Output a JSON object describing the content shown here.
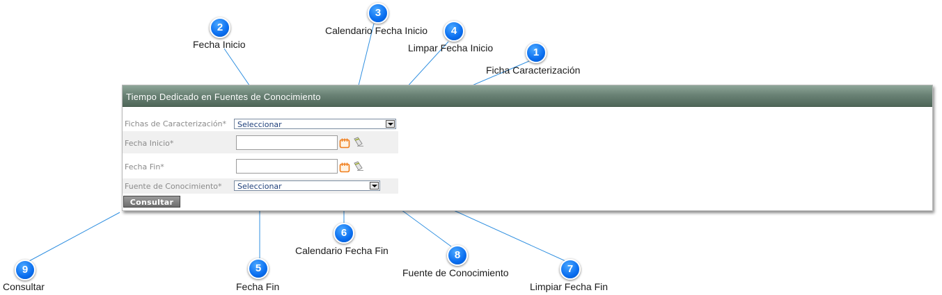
{
  "panel": {
    "title": "Tiempo Dedicado en Fuentes de Conocimiento",
    "fields": {
      "ficha_label": "Fichas de Caracterización*",
      "ficha_value": "Seleccionar",
      "fecha_inicio_label": "Fecha Inicio*",
      "fecha_inicio_value": "",
      "fecha_fin_label": "Fecha Fin*",
      "fecha_fin_value": "",
      "fuente_label": "Fuente de Conocimiento*",
      "fuente_value": "Seleccionar"
    },
    "consultar_label": "Consultar"
  },
  "icons": {
    "calendar": "calendar-icon",
    "clear": "eraser-icon"
  },
  "colors": {
    "header": "#5f776a",
    "badge": "#0a6ef0",
    "leader": "#2f8fe0",
    "calendar": "#f07d1a"
  },
  "callouts": [
    {
      "number": "1",
      "label": "Ficha Caracterización"
    },
    {
      "number": "2",
      "label": "Fecha Inicio"
    },
    {
      "number": "3",
      "label": "Calendario Fecha Inicio"
    },
    {
      "number": "4",
      "label": "Limpar Fecha Inicio"
    },
    {
      "number": "5",
      "label": "Fecha Fin"
    },
    {
      "number": "6",
      "label": "Calendario Fecha Fin"
    },
    {
      "number": "7",
      "label": "Limpiar Fecha Fin"
    },
    {
      "number": "8",
      "label": "Fuente de Conocimiento"
    },
    {
      "number": "9",
      "label": "Consultar"
    }
  ]
}
